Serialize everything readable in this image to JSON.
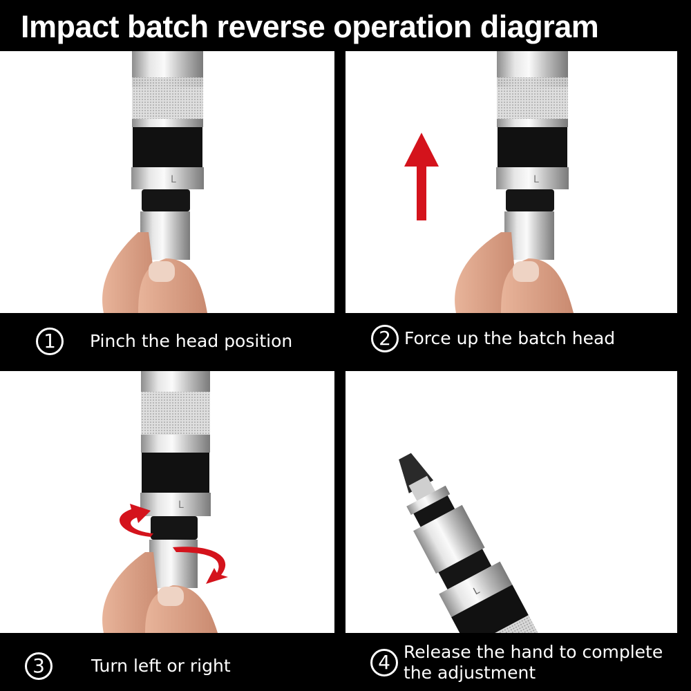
{
  "title": "Impact batch reverse operation diagram",
  "colors": {
    "background": "#000000",
    "panel": "#ffffff",
    "arrow_red": "#d4131c",
    "text": "#ffffff"
  },
  "steps": [
    {
      "number": "1",
      "label": "Pinch the head position",
      "image": "hand pinching screwdriver bit holder",
      "marking": "L"
    },
    {
      "number": "2",
      "label": "Force up the batch head",
      "image": "hand pushing bit holder up with red up-arrow",
      "marking": "L"
    },
    {
      "number": "3",
      "label": "Turn left or right",
      "image": "hand rotating collar with red rotation arrows",
      "marking": "L"
    },
    {
      "number": "4",
      "label_line1": "Release the hand to complete",
      "label_line2": "the adjustment",
      "image": "impact screwdriver with Phillips bit",
      "marking": "L"
    }
  ]
}
